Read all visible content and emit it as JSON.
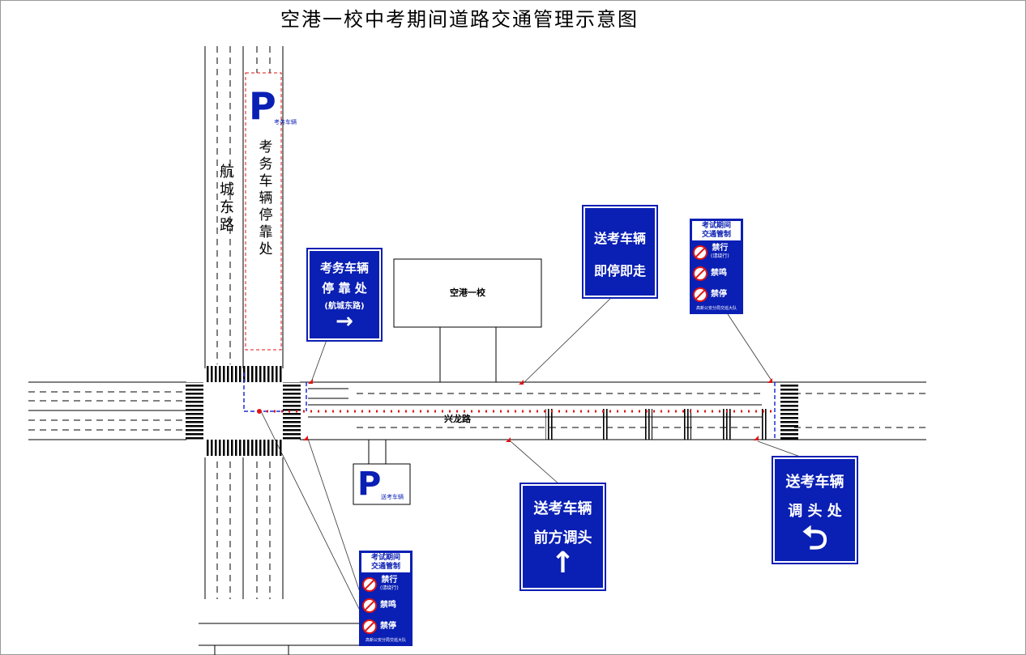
{
  "title": "空港一校中考期间道路交通管理示意图",
  "roads": {
    "north_south": "航城东路",
    "east_west": "兴龙路"
  },
  "building": "空港一校",
  "parking_exam": {
    "letter": "P",
    "caption": "考务车辆",
    "zone_label": "考务车辆停靠处"
  },
  "parking_drop": {
    "letter": "P",
    "caption": "送考车辆"
  },
  "sign_exam_stop": {
    "line1": "考务车辆",
    "line2": "停 靠 处",
    "line3": "(航城东路)",
    "arrow": "→"
  },
  "sign_drop_go": {
    "line1": "送考车辆",
    "line2": "即停即走"
  },
  "sign_uturn_ahead": {
    "line1": "送考车辆",
    "line2": "前方调头",
    "arrow": "↑"
  },
  "sign_uturn_here": {
    "line1": "送考车辆",
    "line2": "调 头 处",
    "arrow": "⮌"
  },
  "control_sign": {
    "header1": "考试期间",
    "header2": "交通管制",
    "rows": [
      {
        "label": "禁行",
        "note": "(请绕行)"
      },
      {
        "label": "禁鸣",
        "note": ""
      },
      {
        "label": "禁停",
        "note": ""
      }
    ],
    "footer": "高新公安分局交巡大队"
  },
  "colors": {
    "sign_blue": "#0a1fb3",
    "marker_red": "#e01515",
    "zone_blue": "#1a2fd6"
  }
}
